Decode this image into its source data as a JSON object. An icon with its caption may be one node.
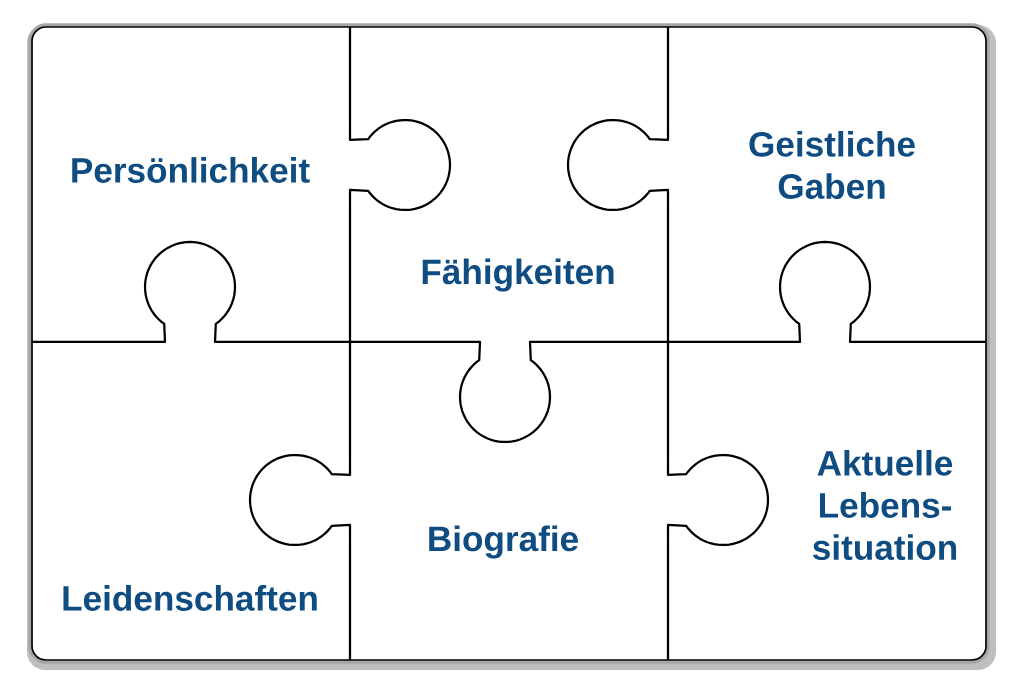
{
  "diagram": {
    "nodes": [
      {
        "text": [
          "Persönlichkeit"
        ]
      },
      {
        "text": [
          "Fähigkeiten"
        ]
      },
      {
        "text": [
          "Geistliche Gaben"
        ]
      },
      {
        "text": [
          "Leidenschaften"
        ]
      },
      {
        "text": [
          "Biografie"
        ]
      },
      {
        "text": [
          "Aktuelle Lebens- situation"
        ]
      }
    ]
  }
}
